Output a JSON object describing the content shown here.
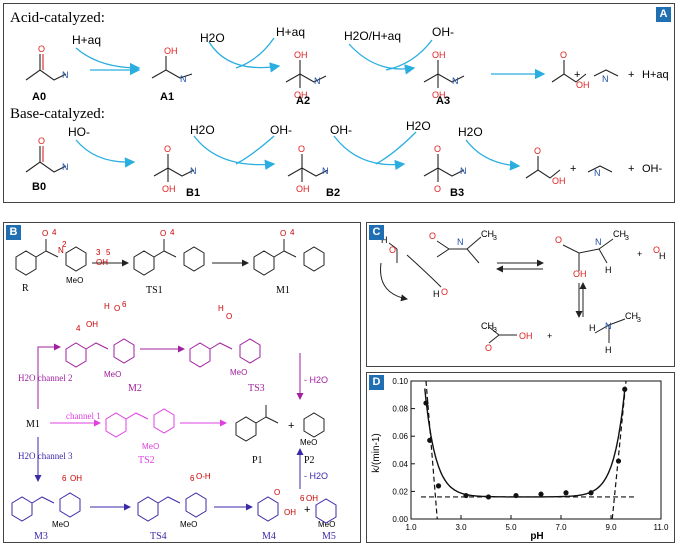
{
  "panel_a": {
    "badge": "A",
    "acid_heading": "Acid-catalyzed:",
    "base_heading": "Base-catalyzed:",
    "acid_labels": [
      "A0",
      "A1",
      "A2",
      "A3"
    ],
    "base_labels": [
      "B0",
      "B1",
      "B2",
      "B3"
    ],
    "acid_reagents": [
      "H+aq",
      "H2O",
      "H+aq",
      "H2O/H+aq",
      "OH-"
    ],
    "base_reagents": [
      "HO-",
      "H2O",
      "OH-",
      "OH-",
      "H2O",
      "H2O"
    ],
    "acid_products": [
      "+",
      "+",
      "H+aq"
    ],
    "base_products": [
      "+",
      "+",
      "OH-"
    ]
  },
  "panel_b": {
    "badge": "B",
    "species": [
      "R",
      "TS1",
      "M1",
      "M2",
      "TS3",
      "TS2",
      "P1",
      "P2",
      "M3",
      "TS4",
      "M4",
      "M5"
    ],
    "channels": [
      "H2O channel 2",
      "channel 1",
      "H2O channel 3"
    ],
    "steps": [
      "- H2O",
      "- H2O"
    ],
    "substituent": "MeO"
  },
  "panel_c": {
    "badge": "C"
  },
  "panel_d": {
    "badge": "D",
    "chart_data": {
      "type": "scatter",
      "xlabel": "pH",
      "ylabel": "k/(min-1)",
      "xlim": [
        1.0,
        11.0
      ],
      "ylim": [
        0.0,
        0.1
      ],
      "x_ticks": [
        "1.0",
        "3.0",
        "5.0",
        "7.0",
        "9.0",
        "11.0"
      ],
      "y_ticks": [
        "0.00",
        "0.02",
        "0.04",
        "0.06",
        "0.08",
        "0.10"
      ],
      "points": [
        {
          "x": 1.6,
          "y": 0.084
        },
        {
          "x": 1.75,
          "y": 0.057
        },
        {
          "x": 2.1,
          "y": 0.024
        },
        {
          "x": 3.2,
          "y": 0.017
        },
        {
          "x": 4.1,
          "y": 0.016
        },
        {
          "x": 5.2,
          "y": 0.017
        },
        {
          "x": 6.2,
          "y": 0.018
        },
        {
          "x": 7.2,
          "y": 0.019
        },
        {
          "x": 8.2,
          "y": 0.019
        },
        {
          "x": 9.3,
          "y": 0.042
        },
        {
          "x": 9.55,
          "y": 0.094
        }
      ],
      "plateau": 0.016,
      "asymptote_left": [
        [
          1.6,
          0.1
        ],
        [
          2.05,
          0.0
        ]
      ],
      "asymptote_right": [
        [
          9.05,
          0.0
        ],
        [
          9.6,
          0.1
        ]
      ]
    }
  }
}
